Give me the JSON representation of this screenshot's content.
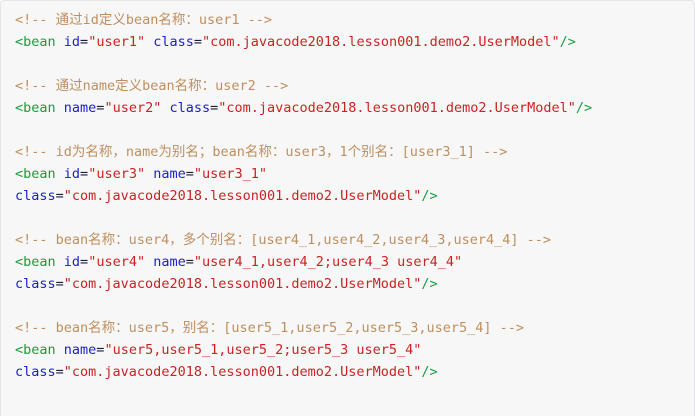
{
  "code_block": {
    "language": "xml",
    "background_color": "#f7f7f7",
    "border_color": "#e3e5e8",
    "colors": {
      "comment": "#bf8f5f",
      "tag": "#1a9c3e",
      "attribute": "#1c1cd0",
      "string": "#cc2222",
      "punctuation": "#1a1a3a"
    },
    "lines": [
      {
        "id": "line-1",
        "type": "comment",
        "tokens": [
          {
            "kind": "comment",
            "text": "<!-- 通过id定义bean名称：user1 -->"
          }
        ]
      },
      {
        "id": "line-2",
        "type": "element",
        "tokens": [
          {
            "kind": "tag",
            "text": "<bean"
          },
          {
            "kind": "plain",
            "text": " "
          },
          {
            "kind": "attr",
            "text": "id"
          },
          {
            "kind": "punct",
            "text": "="
          },
          {
            "kind": "string",
            "text": "\"user1\""
          },
          {
            "kind": "plain",
            "text": " "
          },
          {
            "kind": "attr",
            "text": "class"
          },
          {
            "kind": "punct",
            "text": "="
          },
          {
            "kind": "string",
            "text": "\"com.javacode2018.lesson001.demo2.UserModel\""
          },
          {
            "kind": "tag",
            "text": "/>"
          }
        ]
      },
      {
        "id": "line-3",
        "type": "blank",
        "tokens": []
      },
      {
        "id": "line-4",
        "type": "comment",
        "tokens": [
          {
            "kind": "comment",
            "text": "<!-- 通过name定义bean名称：user2 -->"
          }
        ]
      },
      {
        "id": "line-5",
        "type": "element",
        "tokens": [
          {
            "kind": "tag",
            "text": "<bean"
          },
          {
            "kind": "plain",
            "text": " "
          },
          {
            "kind": "attr",
            "text": "name"
          },
          {
            "kind": "punct",
            "text": "="
          },
          {
            "kind": "string",
            "text": "\"user2\""
          },
          {
            "kind": "plain",
            "text": " "
          },
          {
            "kind": "attr",
            "text": "class"
          },
          {
            "kind": "punct",
            "text": "="
          },
          {
            "kind": "string",
            "text": "\"com.javacode2018.lesson001.demo2.UserModel\""
          },
          {
            "kind": "tag",
            "text": "/>"
          }
        ]
      },
      {
        "id": "line-6",
        "type": "blank",
        "tokens": []
      },
      {
        "id": "line-7",
        "type": "comment",
        "tokens": [
          {
            "kind": "comment",
            "text": "<!-- id为名称，name为别名；bean名称：user3，1个别名：[user3_1] -->"
          }
        ]
      },
      {
        "id": "line-8",
        "type": "element",
        "tokens": [
          {
            "kind": "tag",
            "text": "<bean"
          },
          {
            "kind": "plain",
            "text": " "
          },
          {
            "kind": "attr",
            "text": "id"
          },
          {
            "kind": "punct",
            "text": "="
          },
          {
            "kind": "string",
            "text": "\"user3\""
          },
          {
            "kind": "plain",
            "text": " "
          },
          {
            "kind": "attr",
            "text": "name"
          },
          {
            "kind": "punct",
            "text": "="
          },
          {
            "kind": "string",
            "text": "\"user3_1\""
          }
        ]
      },
      {
        "id": "line-9",
        "type": "element",
        "tokens": [
          {
            "kind": "attr",
            "text": "class"
          },
          {
            "kind": "punct",
            "text": "="
          },
          {
            "kind": "string",
            "text": "\"com.javacode2018.lesson001.demo2.UserModel\""
          },
          {
            "kind": "tag",
            "text": "/>"
          }
        ]
      },
      {
        "id": "line-10",
        "type": "blank",
        "tokens": []
      },
      {
        "id": "line-11",
        "type": "comment",
        "tokens": [
          {
            "kind": "comment",
            "text": "<!-- bean名称：user4，多个别名：[user4_1,user4_2,user4_3,user4_4] -->"
          }
        ]
      },
      {
        "id": "line-12",
        "type": "element",
        "tokens": [
          {
            "kind": "tag",
            "text": "<bean"
          },
          {
            "kind": "plain",
            "text": " "
          },
          {
            "kind": "attr",
            "text": "id"
          },
          {
            "kind": "punct",
            "text": "="
          },
          {
            "kind": "string",
            "text": "\"user4\""
          },
          {
            "kind": "plain",
            "text": " "
          },
          {
            "kind": "attr",
            "text": "name"
          },
          {
            "kind": "punct",
            "text": "="
          },
          {
            "kind": "string",
            "text": "\"user4_1,user4_2;user4_3 user4_4\""
          }
        ]
      },
      {
        "id": "line-13",
        "type": "element",
        "tokens": [
          {
            "kind": "attr",
            "text": "class"
          },
          {
            "kind": "punct",
            "text": "="
          },
          {
            "kind": "string",
            "text": "\"com.javacode2018.lesson001.demo2.UserModel\""
          },
          {
            "kind": "tag",
            "text": "/>"
          }
        ]
      },
      {
        "id": "line-14",
        "type": "blank",
        "tokens": []
      },
      {
        "id": "line-15",
        "type": "comment",
        "tokens": [
          {
            "kind": "comment",
            "text": "<!-- bean名称：user5，别名：[user5_1,user5_2,user5_3,user5_4] -->"
          }
        ]
      },
      {
        "id": "line-16",
        "type": "element",
        "tokens": [
          {
            "kind": "tag",
            "text": "<bean"
          },
          {
            "kind": "plain",
            "text": " "
          },
          {
            "kind": "attr",
            "text": "name"
          },
          {
            "kind": "punct",
            "text": "="
          },
          {
            "kind": "string",
            "text": "\"user5,user5_1,user5_2;user5_3 user5_4\""
          }
        ]
      },
      {
        "id": "line-17",
        "type": "element",
        "tokens": [
          {
            "kind": "attr",
            "text": "class"
          },
          {
            "kind": "punct",
            "text": "="
          },
          {
            "kind": "string",
            "text": "\"com.javacode2018.lesson001.demo2.UserModel\""
          },
          {
            "kind": "tag",
            "text": "/>"
          }
        ]
      }
    ]
  }
}
